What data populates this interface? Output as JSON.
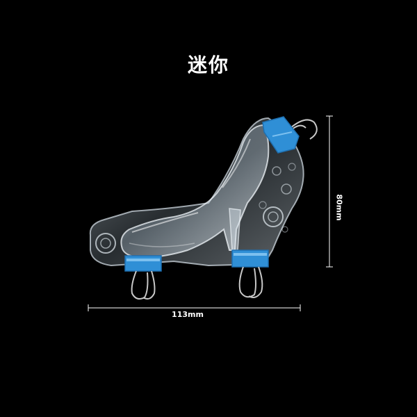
{
  "title": "迷你",
  "dimensions": {
    "width_label": "113mm",
    "height_label": "80mm"
  },
  "colors": {
    "background": "#000000",
    "text": "#ffffff",
    "clip": "#2f8fd6",
    "mold": "#c7d3dc"
  },
  "icons": {
    "product": "high-heel-shoe-mold",
    "fastener": "binder-clip"
  }
}
